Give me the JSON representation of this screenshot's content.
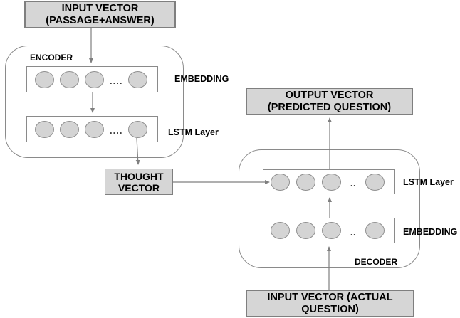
{
  "diagram": {
    "input_passage_box": {
      "line1": "INPUT VECTOR",
      "line2": "(PASSAGE+ANSWER)"
    },
    "encoder": {
      "label": "ENCODER",
      "embedding_row": {
        "label": "EMBEDDING",
        "dots": "...."
      },
      "lstm_row": {
        "label": "LSTM Layer",
        "dots": "...."
      }
    },
    "thought_box": {
      "line1": "THOUGHT",
      "line2": "VECTOR"
    },
    "decoder": {
      "label": "DECODER",
      "lstm_row": {
        "label": "LSTM Layer",
        "dots": ".."
      },
      "embedding_row": {
        "label": "EMBEDDING",
        "dots": ".."
      }
    },
    "output_box": {
      "line1": "OUTPUT VECTOR",
      "line2": "(PREDICTED QUESTION)"
    },
    "input_actual_box": {
      "line1": "INPUT VECTOR (ACTUAL",
      "line2": "QUESTION)"
    },
    "colors": {
      "box_fill": "#d6d6d6",
      "box_border": "#7f7f7f",
      "connector": "#7f7f7f",
      "node_fill": "#d4d4d4",
      "node_border": "#8f8f8f"
    }
  }
}
